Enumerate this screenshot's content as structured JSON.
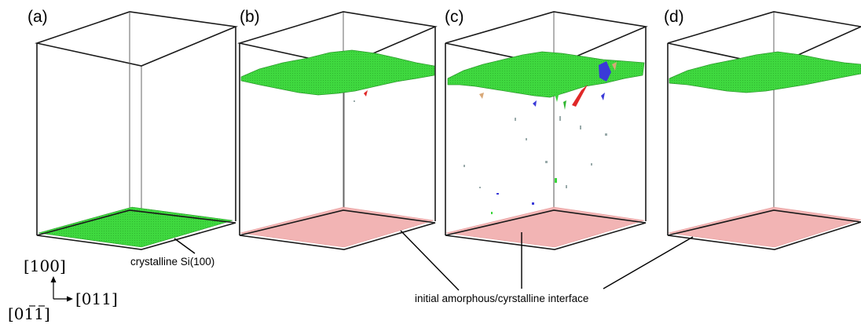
{
  "figure": {
    "panels": [
      {
        "label": "(a)",
        "top_layer": "none",
        "bottom_plane": "crystalline"
      },
      {
        "label": "(b)",
        "top_layer": "interface",
        "bottom_plane": "initial-interface"
      },
      {
        "label": "(c)",
        "top_layer": "interface-with-defects",
        "bottom_plane": "initial-interface"
      },
      {
        "label": "(d)",
        "top_layer": "interface",
        "bottom_plane": "initial-interface"
      }
    ],
    "annotations": {
      "crystalline": "crystalline Si(100)",
      "initial_interface": "initial amorphous/cyrstalline interface"
    },
    "axes": {
      "vertical": "[100]",
      "horizontal": "[011]",
      "out_of_plane_prefix": "[0",
      "out_of_plane_digit_1": "1",
      "out_of_plane_digit_2": "1",
      "out_of_plane_suffix": "]"
    },
    "colors": {
      "crystalline_green": "#39d639",
      "initial_interface_pink": "#f2b4b4",
      "defect_red": "#e02828",
      "defect_blue": "#3a3ad8",
      "defect_tan": "#d8a878",
      "box_edges": "#1a1a1a"
    }
  }
}
